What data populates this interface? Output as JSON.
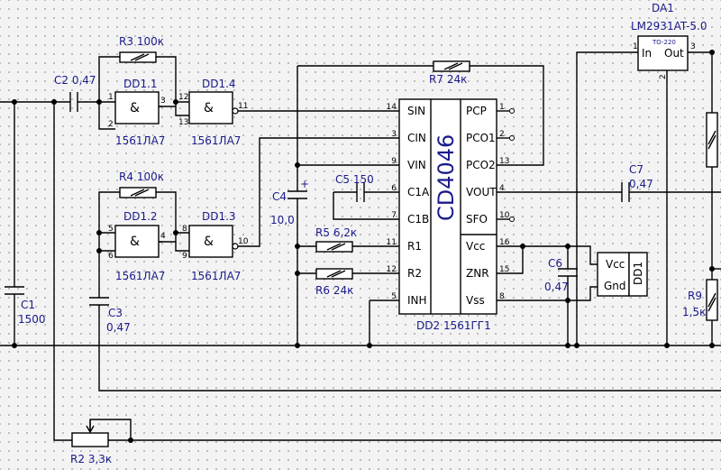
{
  "components": {
    "r3": {
      "ref": "R3",
      "value": "100к"
    },
    "r4": {
      "ref": "R4",
      "value": "100к"
    },
    "r7": {
      "ref": "R7",
      "value": "24к"
    },
    "r5": {
      "ref": "R5",
      "value": "6,2к"
    },
    "r6": {
      "ref": "R6",
      "value": "24к"
    },
    "r9": {
      "ref": "R9",
      "value": "1,5к"
    },
    "r2": {
      "ref": "R2",
      "value": "3,3к"
    },
    "c1": {
      "ref": "C1",
      "value": "1500"
    },
    "c2": {
      "ref": "C2",
      "value": "0,47"
    },
    "c3": {
      "ref": "C3",
      "value": "0,47"
    },
    "c4": {
      "ref": "C4",
      "value": "10,0"
    },
    "c5": {
      "ref": "C5",
      "value": "150"
    },
    "c6": {
      "ref": "C6",
      "value": "0,47"
    },
    "c7": {
      "ref": "C7",
      "value": "0,47"
    },
    "dd11": {
      "ref": "DD1.1",
      "type": "1561ЛА7",
      "symbol": "&",
      "pins": [
        "1",
        "2",
        "3"
      ]
    },
    "dd14": {
      "ref": "DD1.4",
      "type": "1561ЛА7",
      "symbol": "&",
      "pins": [
        "12",
        "13",
        "11"
      ]
    },
    "dd12": {
      "ref": "DD1.2",
      "type": "1561ЛА7",
      "symbol": "&",
      "pins": [
        "5",
        "6",
        "4"
      ]
    },
    "dd13": {
      "ref": "DD1.3",
      "type": "1561ЛА7",
      "symbol": "&",
      "pins": [
        "8",
        "9",
        "10"
      ]
    },
    "dd2": {
      "ref": "DD2",
      "type": "1561ГГ1",
      "chip": "CD4046",
      "left_pins": [
        {
          "name": "SIN",
          "num": "14"
        },
        {
          "name": "CIN",
          "num": "3"
        },
        {
          "name": "VIN",
          "num": "9"
        },
        {
          "name": "C1A",
          "num": "6"
        },
        {
          "name": "C1B",
          "num": "7"
        },
        {
          "name": "R1",
          "num": "11"
        },
        {
          "name": "R2",
          "num": "12"
        },
        {
          "name": "INH",
          "num": "5"
        }
      ],
      "right_pins": [
        {
          "name": "PCP",
          "num": "1"
        },
        {
          "name": "PCO1",
          "num": "2"
        },
        {
          "name": "PCO2",
          "num": "13"
        },
        {
          "name": "VOUT",
          "num": "4"
        },
        {
          "name": "SFO",
          "num": "10"
        },
        {
          "name": "Vcc",
          "num": "16"
        },
        {
          "name": "ZNR",
          "num": "15"
        },
        {
          "name": "Vss",
          "num": "8"
        }
      ]
    },
    "dd1": {
      "ref": "DD1",
      "vcc": "Vcc",
      "gnd": "Gnd"
    },
    "da1": {
      "ref": "DA1",
      "type": "LM2931AT-5.0",
      "package": "TO-220",
      "in": "In",
      "out": "Out",
      "pins": [
        "1",
        "2",
        "3"
      ]
    }
  },
  "colors": {
    "wire": "#000000",
    "label": "#1a1a8c",
    "background": "#f3f3f3",
    "grid": "#a9a9a9"
  }
}
